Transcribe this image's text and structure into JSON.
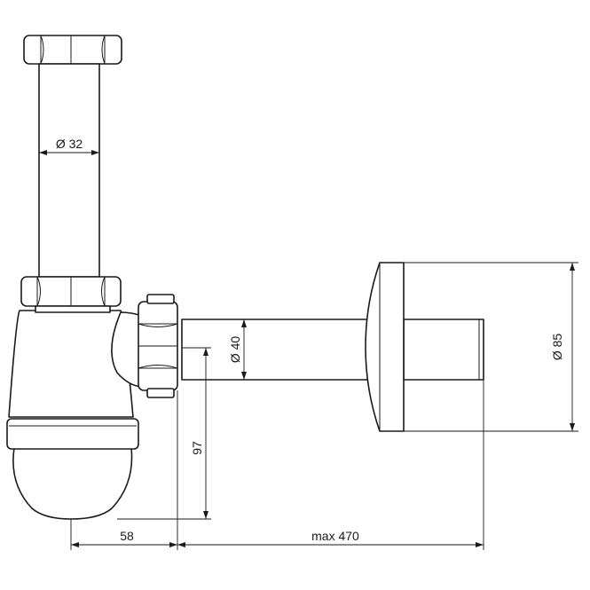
{
  "drawing": {
    "dimensions": {
      "tail_pipe_diameter": "Ø 32",
      "outlet_pipe_diameter": "Ø 40",
      "rosette_diameter": "Ø 85",
      "outlet_height": "97",
      "body_to_outlet": "58",
      "outlet_length": "max 470"
    }
  }
}
